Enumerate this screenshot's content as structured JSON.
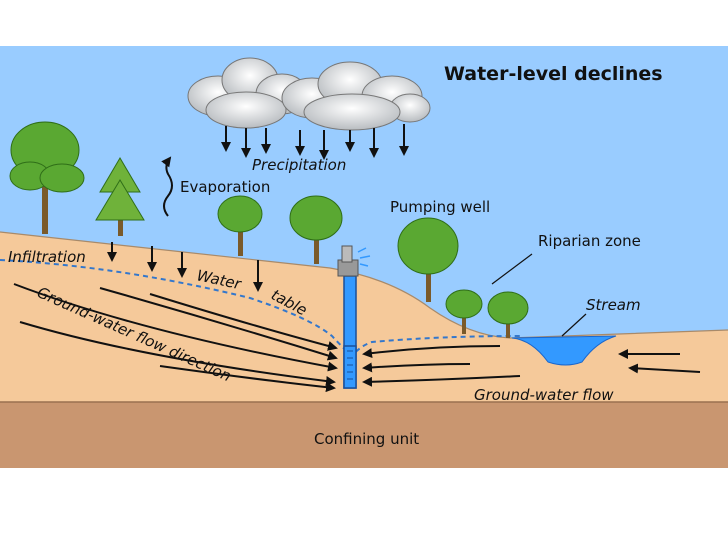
{
  "diagram": {
    "title": "Water-level declines",
    "labels": {
      "precipitation": "Precipitation",
      "evaporation": "Evaporation",
      "pumping_well": "Pumping well",
      "infiltration": "Infiltration",
      "water": "Water",
      "table": "table",
      "riparian_zone": "Riparian zone",
      "stream": "Stream",
      "groundwater_flow_direction": "Ground-water flow direction",
      "groundwater_flow": "Ground-water flow",
      "confining_unit": "Confining unit"
    },
    "colors": {
      "sky": "#99ccff",
      "soil": "#f5c99a",
      "confining": "#c99670",
      "water": "#3399ff",
      "tree": "#5aa832",
      "trunk": "#7a5a2a"
    }
  }
}
